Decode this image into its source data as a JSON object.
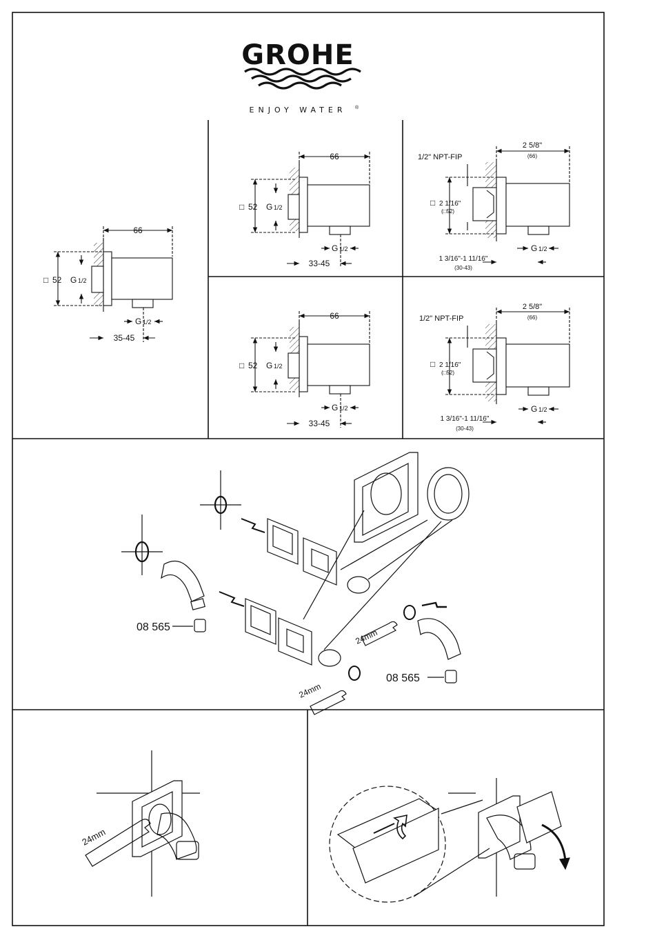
{
  "brand": {
    "name": "GROHE",
    "tagline": "ENJOY WATER",
    "reg_mark": "®"
  },
  "dims": {
    "width_mm": "66",
    "square_label": "52",
    "thread_g": "G",
    "thread_half": "1/2",
    "depth_a": "35-45",
    "depth_b": "33-45",
    "npt": "1/2\" NPT-FIP",
    "width_in": "2 5/8\"",
    "width_in_mm": "(66)",
    "square_in": "2 1/16\"",
    "square_in_mm": "(□52)",
    "depth_in": "1 3/16\"-1 11/16\"",
    "depth_in_mm": "(30-43)"
  },
  "assembly": {
    "part_number": "08 565",
    "wrench_size": "24mm"
  }
}
